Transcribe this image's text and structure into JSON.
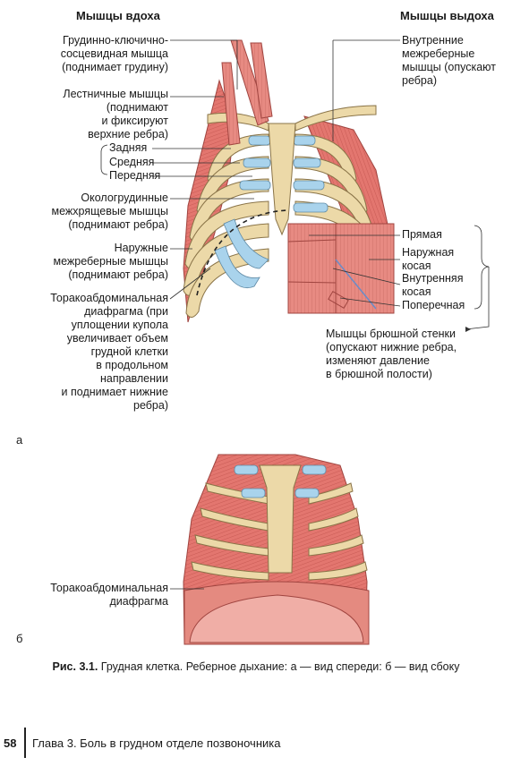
{
  "headers": {
    "inhale": "Мышцы вдоха",
    "exhale": "Мышцы выдоха"
  },
  "left_labels": {
    "scm": [
      "Грудинно-ключично-",
      "сосцевидная мышца",
      "(поднимает грудину)"
    ],
    "scalene": [
      "Лестничные мышцы",
      "(поднимают",
      "и фиксируют",
      "верхние ребра)"
    ],
    "posterior": "Задняя",
    "middle": "Средняя",
    "anterior": "Передняя",
    "parasternal": [
      "Окологрудинные",
      "межхрящевые мышцы",
      "(поднимают ребра)"
    ],
    "external_ic": [
      "Наружные",
      "межреберные мышцы",
      "(поднимают ребра)"
    ],
    "diaphragm": [
      "Торакоабдоминальная",
      "диафрагма (при",
      "уплощении купола",
      "увеличивает объем",
      "грудной клетки",
      "в продольном",
      "направлении",
      "и поднимает нижние",
      "ребра)"
    ]
  },
  "right_labels": {
    "internal_ic": [
      "Внутренние",
      "межреберные",
      "мышцы (опускают",
      "ребра)"
    ],
    "rectus": "Прямая",
    "external_oblique": [
      "Наружная",
      "косая"
    ],
    "internal_oblique": [
      "Внутренняя",
      "косая"
    ],
    "transverse": "Поперечная",
    "abdominal": [
      "Мышцы брюшной стенки",
      "(опускают нижние ребра,",
      "изменяют давление",
      "в брюшной полости)"
    ]
  },
  "panel_labels": {
    "a": "а",
    "b": "б"
  },
  "side_label": [
    "Торакоабдоминальная",
    "диафрагма"
  ],
  "caption": {
    "prefix": "Рис. 3.1.",
    "text": " Грудная клетка. Реберное дыхание: а — вид спереди: б — вид сбоку"
  },
  "footer": {
    "page": "58",
    "chapter": "Глава 3. Боль в грудном отделе позвоночника"
  },
  "colors": {
    "muscle": "#e3766f",
    "muscle_dark": "#b84a45",
    "bone": "#ecd9a8",
    "bone_edge": "#8a7448",
    "cartilage": "#a9d3ec",
    "line": "#333333"
  }
}
